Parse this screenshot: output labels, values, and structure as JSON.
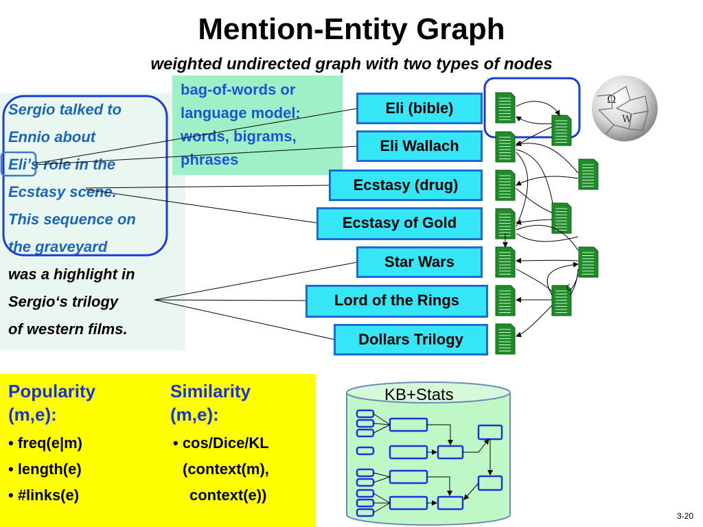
{
  "title": "Mention-Entity Graph",
  "subtitle": "weighted undirected graph with two types of nodes",
  "text_lines_blue": [
    "Sergio talked to",
    "Ennio about",
    "Eli’s role in the",
    "Ecstasy scene.",
    "This sequence on",
    "the graveyard"
  ],
  "text_lines_black": [
    "was a highlight in",
    "Sergio‘s trilogy",
    "of western films."
  ],
  "bow_lines": [
    "bag-of-words or",
    "language model:",
    "words, bigrams,",
    "phrases"
  ],
  "entities": [
    "Eli (bible)",
    "Eli Wallach",
    "Ecstasy (drug)",
    "Ecstasy of Gold",
    "Star Wars",
    "Lord of the Rings",
    "Dollars Trilogy"
  ],
  "popularity": {
    "heading_line1": "Popularity",
    "heading_line2": "(m,e):",
    "items": [
      "• freq(e|m)",
      "• length(e)",
      "• #links(e)"
    ]
  },
  "similarity": {
    "heading_line1": "Similarity",
    "heading_line2": "(m,e):",
    "items": [
      "• cos/Dice/KL",
      "(context(m),",
      "context(e))"
    ]
  },
  "kb_label": "KB+Stats",
  "page_number": "3-20",
  "colors": {
    "entity_fill": "#35e6f7",
    "entity_border": "#1a6bd6",
    "doc_green": "#1e8c28",
    "highlight_border": "#1a3cd6",
    "metrics_fill": "#ffff00",
    "kb_fill": "#bff7c6"
  }
}
